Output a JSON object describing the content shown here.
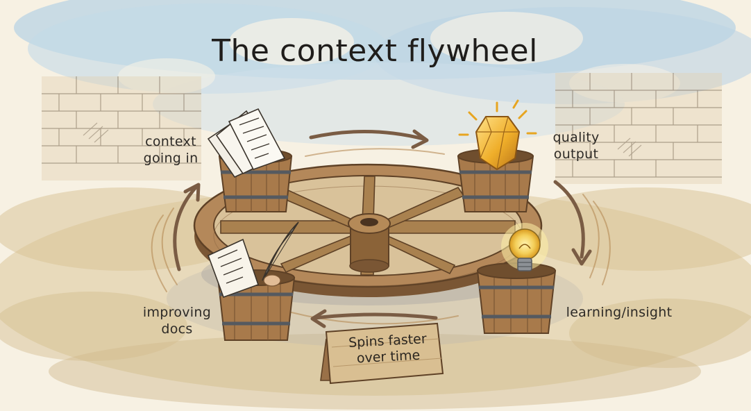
{
  "title": "The context flywheel",
  "stages": {
    "context_in": {
      "line1": "context",
      "line2": "going in"
    },
    "quality_output": {
      "line1": "quality",
      "line2": "output"
    },
    "learning": {
      "line1": "learning/insight"
    },
    "improving_docs": {
      "line1": "improving",
      "line2": "docs"
    }
  },
  "sign": {
    "line1": "Spins faster",
    "line2": "over time"
  },
  "colors": {
    "sky": "#b9d3e4",
    "wood": "#a77e52",
    "wood_dark": "#6f4e2e",
    "arrow": "#7a5c44",
    "gold": "#e9b030",
    "ground": "#dcc79a"
  },
  "icons": [
    "documents-icon",
    "gem-icon",
    "lightbulb-icon",
    "quill-icon"
  ]
}
